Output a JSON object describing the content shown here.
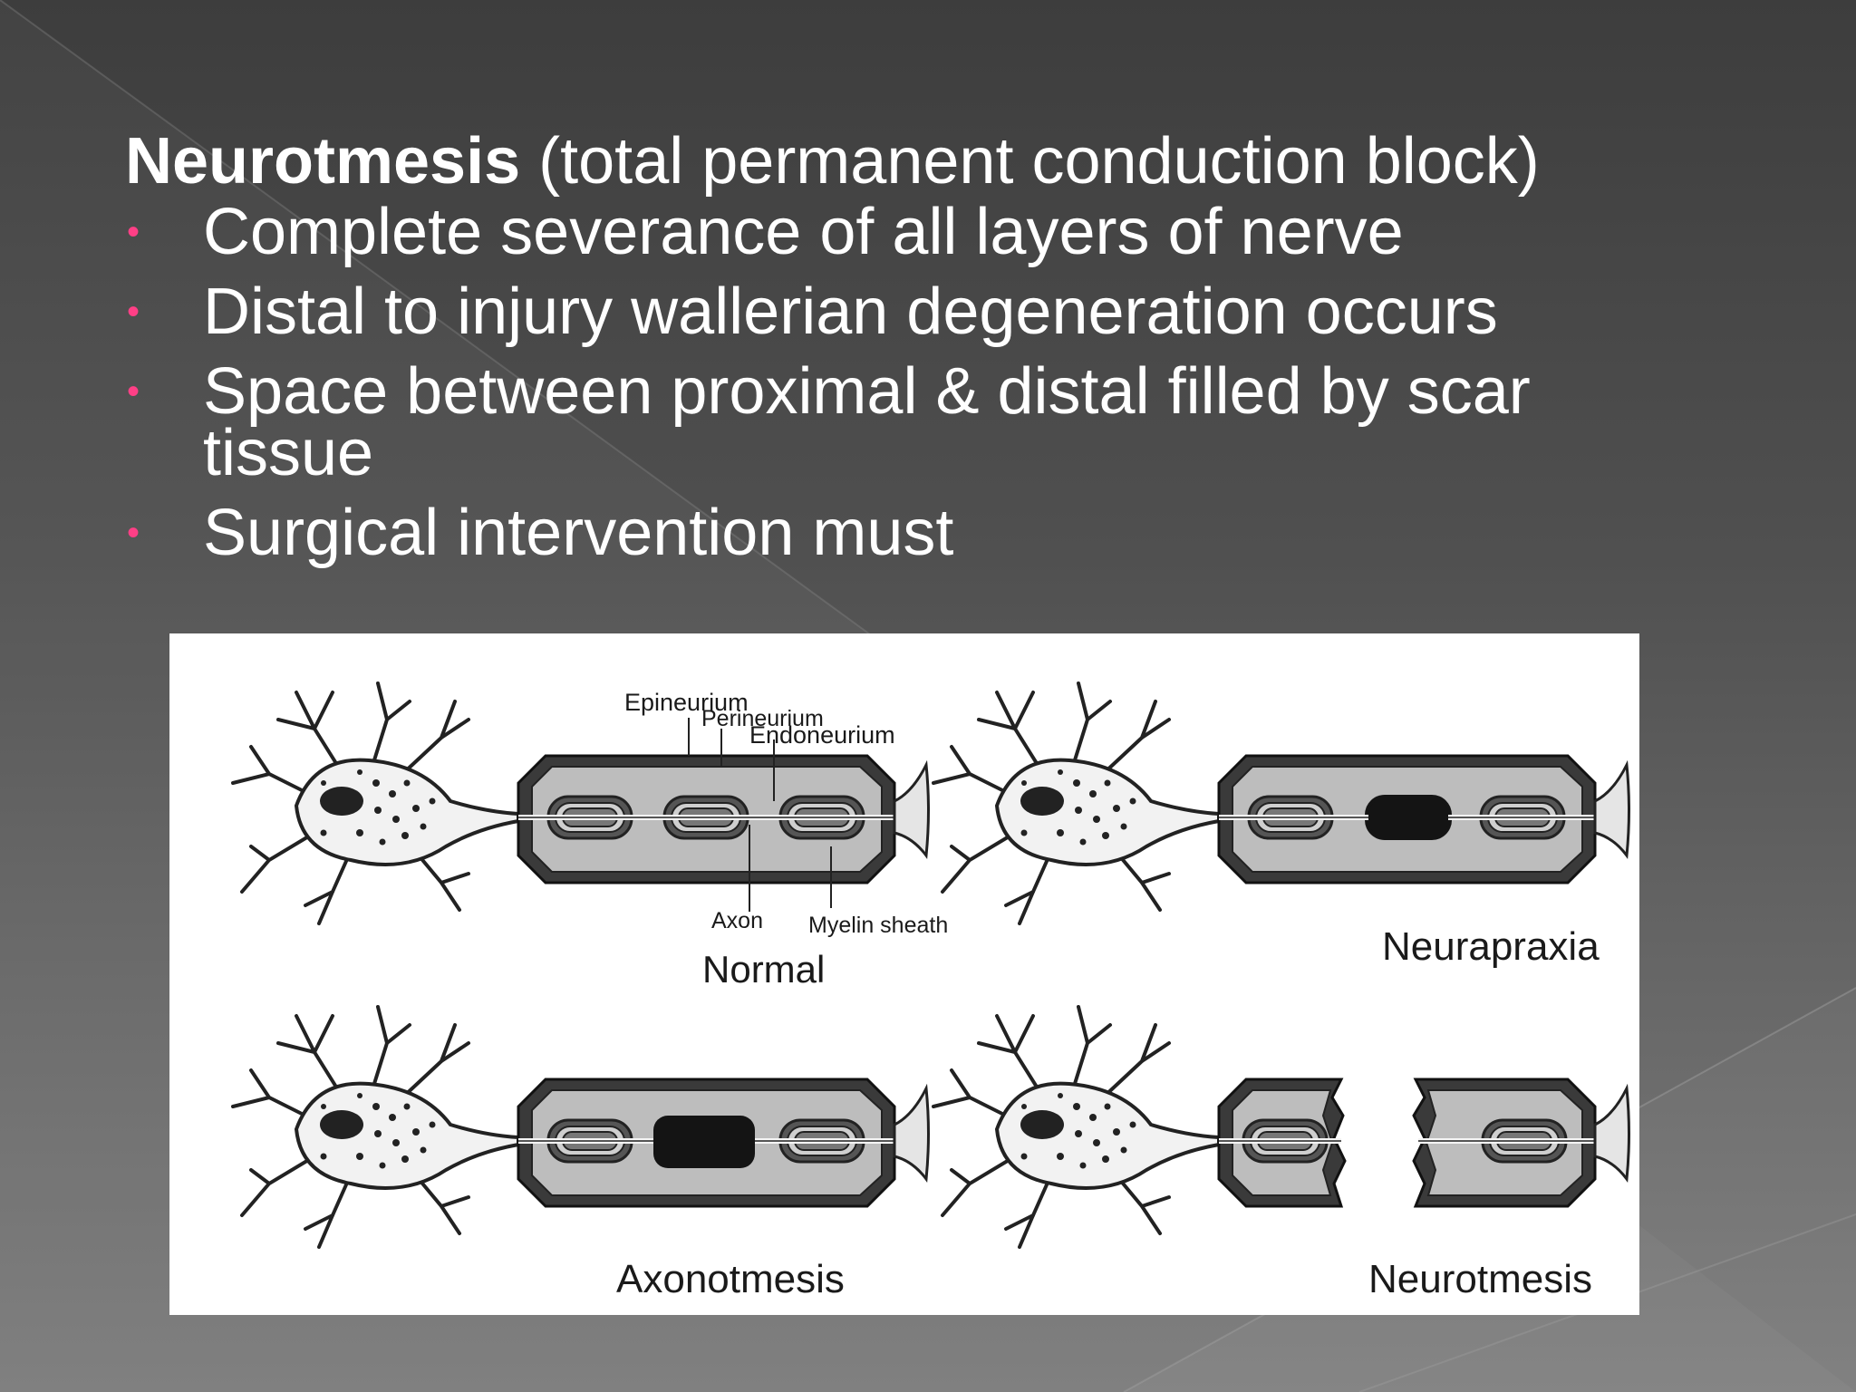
{
  "slide": {
    "title_bold": "Neurotmesis",
    "title_rest": " (total permanent conduction block)",
    "bullets": [
      "Complete severance of all layers of nerve",
      "Distal to injury wallerian degeneration occurs",
      "Space between proximal & distal filled by scar tissue",
      "Surgical intervention must"
    ]
  },
  "figure": {
    "labels": {
      "epineurium": "Epineurium",
      "perineurium": "Perineurium",
      "endoneurium": "Endoneurium",
      "axon": "Axon",
      "myelin": "Myelin sheath"
    },
    "panels": [
      "Normal",
      "Neurapraxia",
      "Axonotmesis",
      "Neurotmesis"
    ]
  },
  "colors": {
    "bullet": "#ff3f86",
    "text": "#ffffff"
  }
}
